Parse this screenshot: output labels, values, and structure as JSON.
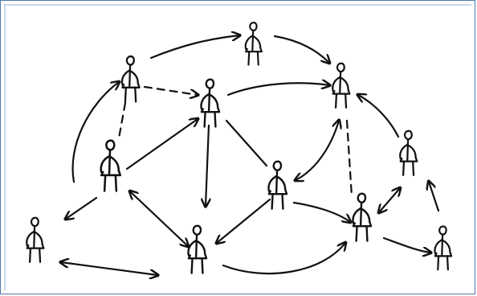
{
  "diagram": {
    "kind": "network of stick figures connected by arrows",
    "ink_color": "#111111",
    "frame_border_color": "#4f79a8",
    "frame_inner_color": "#c9d8ea",
    "people": [
      {
        "id": "p1"
      },
      {
        "id": "p2"
      },
      {
        "id": "p3"
      },
      {
        "id": "p4"
      },
      {
        "id": "p5"
      },
      {
        "id": "p6"
      },
      {
        "id": "p7"
      },
      {
        "id": "p8"
      },
      {
        "id": "p9"
      },
      {
        "id": "p10"
      },
      {
        "id": "p11"
      },
      {
        "id": "p12"
      }
    ],
    "connections": [
      {
        "from": "p2",
        "to": "p1",
        "style": "curved-solid",
        "arrow": "end"
      },
      {
        "from": "p2",
        "to": "p4",
        "style": "curved-solid",
        "arrow": "end"
      },
      {
        "from": "p4",
        "to": "p8",
        "style": "curved-solid",
        "arrow": "end"
      },
      {
        "from": "p2",
        "to": "p3",
        "style": "dashed",
        "arrow": "end"
      },
      {
        "from": "p2",
        "to": "p5",
        "style": "dashed",
        "arrow": "none"
      },
      {
        "from": "p3",
        "to": "p8",
        "style": "curved-solid",
        "arrow": "end"
      },
      {
        "from": "p5",
        "to": "p3",
        "style": "solid",
        "arrow": "end"
      },
      {
        "from": "p3",
        "to": "p7",
        "style": "solid",
        "arrow": "end"
      },
      {
        "from": "p3",
        "to": "p6",
        "style": "solid",
        "arrow": "none"
      },
      {
        "from": "p5",
        "to": "p7",
        "style": "solid",
        "arrow": "both"
      },
      {
        "from": "p5",
        "to": "p9",
        "style": "solid",
        "arrow": "end"
      },
      {
        "from": "p9",
        "to": "p7",
        "style": "solid",
        "arrow": "both"
      },
      {
        "from": "p6",
        "to": "p7",
        "style": "solid",
        "arrow": "end"
      },
      {
        "from": "p6",
        "to": "p8",
        "style": "curved-solid",
        "arrow": "both"
      },
      {
        "from": "p8",
        "to": "p10",
        "style": "dashed",
        "arrow": "none"
      },
      {
        "from": "p6",
        "to": "p10",
        "style": "curved-solid",
        "arrow": "end"
      },
      {
        "from": "p7",
        "to": "p10",
        "style": "curved-solid",
        "arrow": "end"
      },
      {
        "from": "p11",
        "to": "p8",
        "style": "curved-solid",
        "arrow": "end"
      },
      {
        "from": "p11",
        "to": "p10",
        "style": "solid",
        "arrow": "both"
      },
      {
        "from": "p12",
        "to": "p11",
        "style": "solid",
        "arrow": "end"
      },
      {
        "from": "p10",
        "to": "p12",
        "style": "curved-solid",
        "arrow": "end"
      }
    ]
  }
}
